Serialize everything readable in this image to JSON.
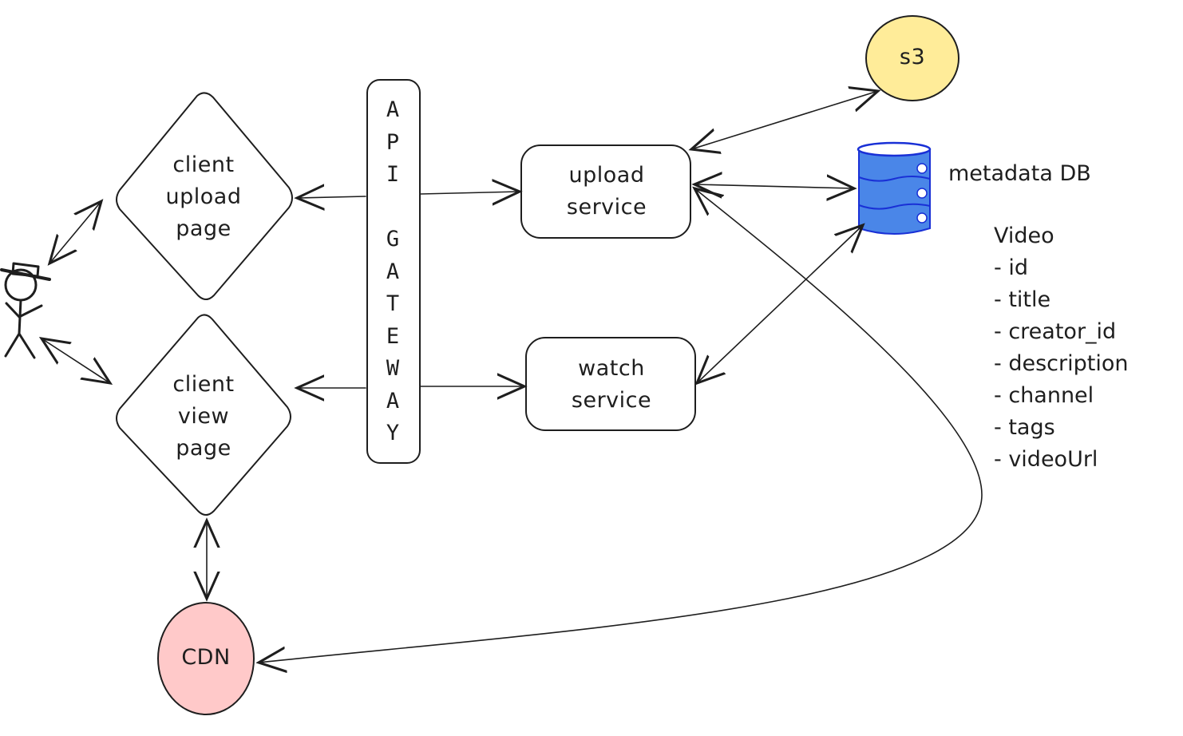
{
  "diagram": {
    "nodes": {
      "user": {
        "label": "",
        "icon": "stick-figure-with-hat-icon"
      },
      "client_upload_page": {
        "label_lines": [
          "client",
          "upload",
          "page"
        ],
        "shape": "diamond"
      },
      "client_view_page": {
        "label_lines": [
          "client",
          "view",
          "page"
        ],
        "shape": "diamond"
      },
      "api_gateway": {
        "letters": [
          "A",
          "P",
          "I",
          "",
          "G",
          "A",
          "T",
          "E",
          "W",
          "A",
          "Y"
        ],
        "label": "API GATEWAY",
        "shape": "rounded-rectangle"
      },
      "upload_service": {
        "label_lines": [
          "upload",
          "service"
        ],
        "shape": "rounded-rectangle"
      },
      "watch_service": {
        "label_lines": [
          "watch",
          "service"
        ],
        "shape": "rounded-rectangle"
      },
      "s3": {
        "label": "s3",
        "shape": "circle",
        "fill": "#ffec99"
      },
      "cdn": {
        "label": "CDN",
        "shape": "circle",
        "fill": "#ffc9c9"
      },
      "metadata_db": {
        "label": "metadata DB",
        "shape": "database-cylinder",
        "fill": "#4a86e8",
        "stroke": "#1930d6"
      }
    },
    "schema": {
      "title": "Video",
      "fields": [
        "- id",
        "- title",
        "- creator_id",
        "- description",
        "- channel",
        "- tags",
        "- videoUrl"
      ]
    },
    "edges": [
      {
        "from": "user",
        "to": "client_upload_page",
        "direction": "both"
      },
      {
        "from": "user",
        "to": "client_view_page",
        "direction": "both"
      },
      {
        "from": "api_gateway",
        "to": "client_upload_page",
        "direction": "forward"
      },
      {
        "from": "api_gateway",
        "to": "client_view_page",
        "direction": "forward"
      },
      {
        "from": "api_gateway",
        "to": "upload_service",
        "direction": "forward"
      },
      {
        "from": "api_gateway",
        "to": "watch_service",
        "direction": "forward"
      },
      {
        "from": "upload_service",
        "to": "s3",
        "direction": "both"
      },
      {
        "from": "upload_service",
        "to": "metadata_db",
        "direction": "both"
      },
      {
        "from": "watch_service",
        "to": "metadata_db",
        "direction": "both"
      },
      {
        "from": "upload_service",
        "to": "cdn",
        "direction": "forward"
      },
      {
        "from": "client_view_page",
        "to": "cdn",
        "direction": "both"
      }
    ]
  }
}
